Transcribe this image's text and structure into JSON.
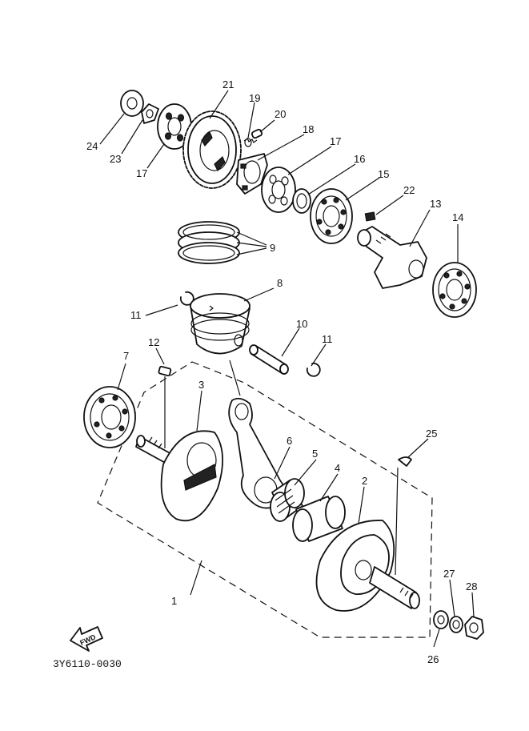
{
  "callouts": {
    "c1": "1",
    "c2": "2",
    "c3": "3",
    "c4": "4",
    "c5": "5",
    "c6": "6",
    "c7": "7",
    "c8": "8",
    "c9": "9",
    "c10": "10",
    "c11a": "11",
    "c11b": "11",
    "c12": "12",
    "c13": "13",
    "c14": "14",
    "c15": "15",
    "c16": "16",
    "c17a": "17",
    "c17b": "17",
    "c18": "18",
    "c19": "19",
    "c20": "20",
    "c21": "21",
    "c22": "22",
    "c23": "23",
    "c24": "24",
    "c25": "25",
    "c26": "26",
    "c27": "27",
    "c28": "28"
  },
  "fwd_label": "FWD",
  "diagram_code": "3Y6110-0030"
}
